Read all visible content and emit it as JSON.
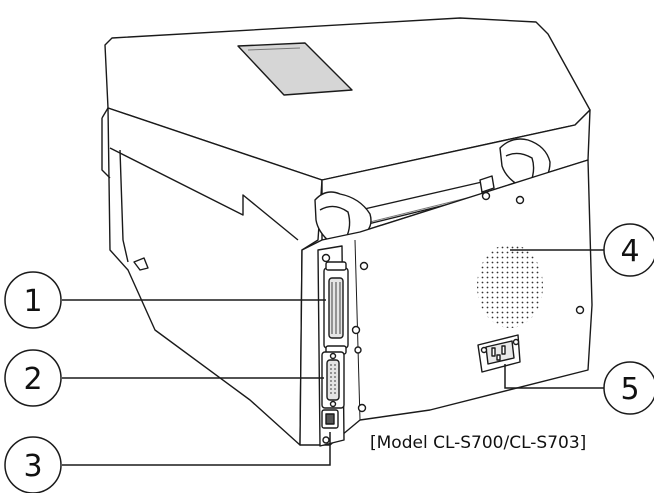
{
  "figure": {
    "caption": "[Model CL-S700/CL-S703]",
    "callouts": [
      {
        "number": "1",
        "part": "parallel-interface-connector"
      },
      {
        "number": "2",
        "part": "serial-interface-connector"
      },
      {
        "number": "3",
        "part": "usb-port"
      },
      {
        "number": "4",
        "part": "ventilation-grille"
      },
      {
        "number": "5",
        "part": "ac-power-inlet"
      }
    ]
  }
}
